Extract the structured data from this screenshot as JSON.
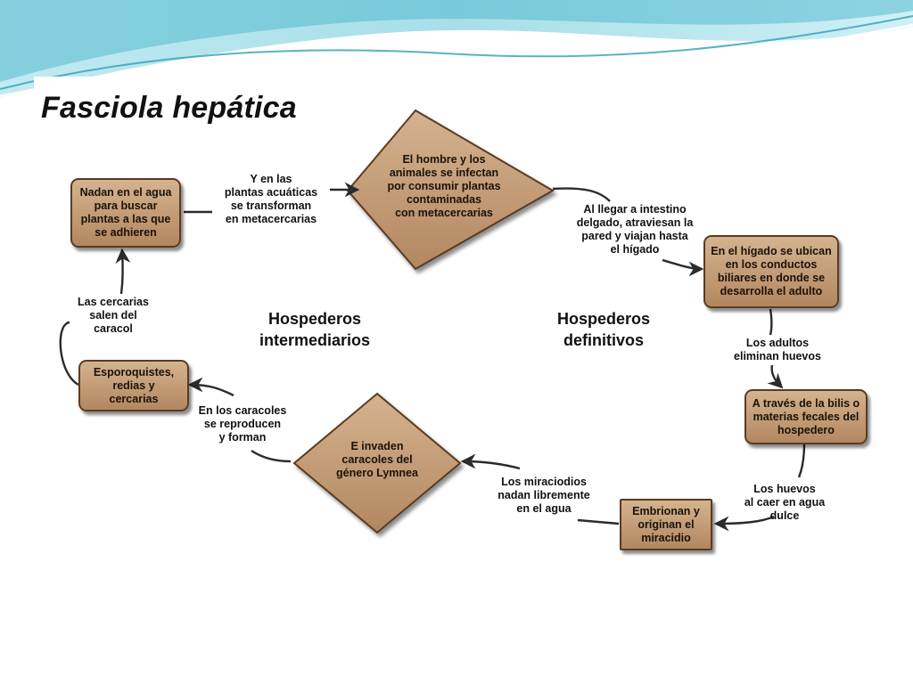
{
  "title": "Fasciola hepática",
  "regions": {
    "intermediate": "Hospederos\nintermediarios",
    "definitive": "Hospederos\ndefinitivos"
  },
  "nodes": {
    "nadan_agua": "Nadan en el agua\npara buscar\nplantas a las que\nse adhieren",
    "higado": "En el hígado se ubican\nen los conductos\nbiliares en donde se\ndesarrolla el adulto",
    "bilis": "A través de la bilis o\nmaterias fecales del\nhospedero",
    "embrionan": "Embrionan y\noriginan el\nmiracidio",
    "esporoquistes": "Esporoquistes,\nredias y\ncercarias"
  },
  "diamonds": {
    "infectan": "El hombre y los\nanimales se infectan\npor consumir plantas\ncontaminadas\ncon metacercarias",
    "invaden": "E invaden\ncaracoles del\ngénero Lymnea"
  },
  "edge_labels": {
    "plantas": "Y en las\nplantas acuáticas\nse transforman\nen metacercarias",
    "intestino": "Al llegar a intestino\ndelgado, atraviesan la\npared  y viajan hasta\nel hígado",
    "adultos": "Los adultos\neliminan huevos",
    "huevos": "Los huevos\nal caer en agua\ndulce",
    "miracidios": "Los miraciodios\nnadan libremente\nen el agua",
    "caracoles": "En los caracoles\nse reproducen\ny forman",
    "cercarias": "Las cercarias\nsalen del\ncaracol"
  },
  "colors": {
    "node_fill": "#c49e78",
    "node_border": "#5a3b22",
    "arrow": "#2b2b2b",
    "wave_teal": "#5fc4d6"
  }
}
